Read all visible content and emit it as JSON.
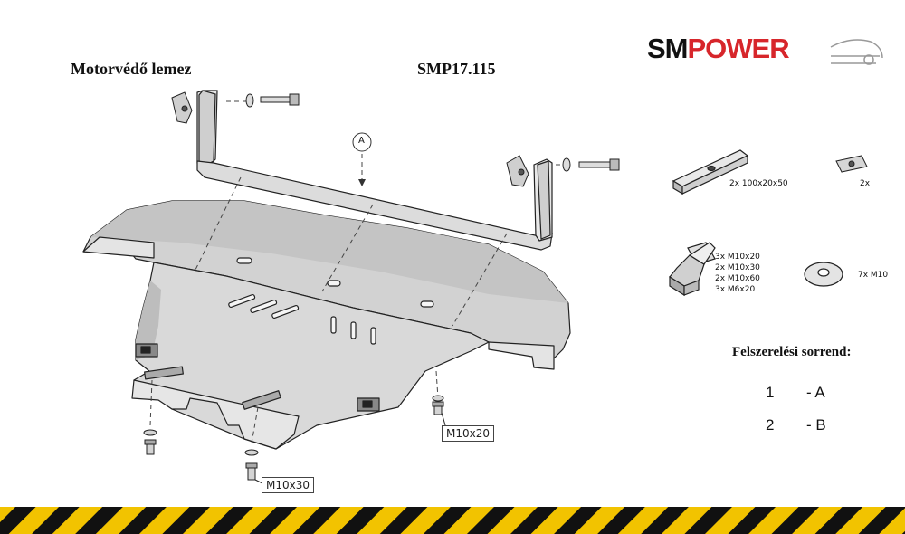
{
  "header": {
    "left_title": "Motorvédő lemez",
    "product_code": "SMP17.115"
  },
  "logo": {
    "part_sm": "SM",
    "part_power": "POWER",
    "colors": {
      "sm": "#111111",
      "power": "#d7262b"
    }
  },
  "diagram": {
    "marker_label": "A",
    "callouts": [
      "M10x20",
      "M10x30"
    ]
  },
  "parts": {
    "bar_label": "2x 100x20x50",
    "clip_label": "2x",
    "bolt_labels": [
      "3x  M10x20",
      "2x  M10x30",
      "2x  M10x60",
      "3x   M6x20"
    ],
    "washer_label": "7x   M10"
  },
  "installation": {
    "heading": "Felszerelési sorrend:",
    "steps": [
      {
        "num": "1",
        "val": "- A"
      },
      {
        "num": "2",
        "val": "- B"
      }
    ]
  },
  "footer": {
    "stripe_colors": [
      "#f2c300",
      "#111111"
    ]
  }
}
